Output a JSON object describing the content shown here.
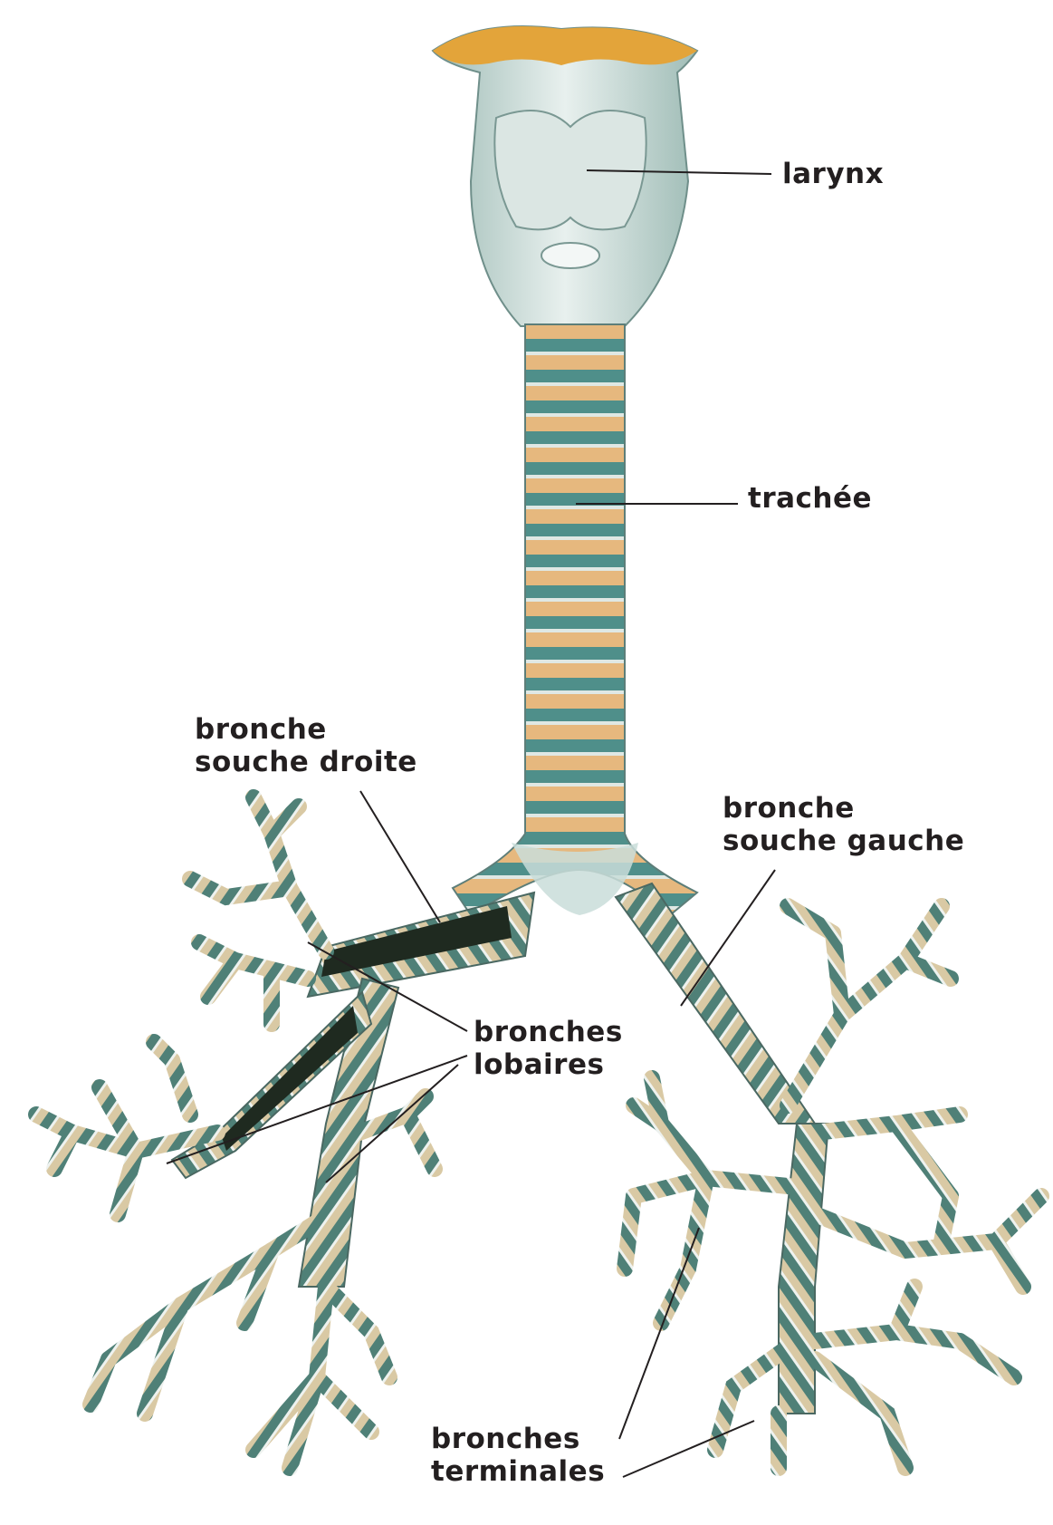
{
  "labels": {
    "larynx": "larynx",
    "trachee": "trachée",
    "bronche_souche_droite": [
      "bronche",
      "souche droite"
    ],
    "bronche_souche_gauche": [
      "bronche",
      "souche gauche"
    ],
    "bronches_lobaires": [
      "bronches",
      "lobaires"
    ],
    "bronches_terminales": [
      "bronches",
      "terminales"
    ]
  },
  "colors": {
    "cartilage": "#4f8f8a",
    "tissue": "#e6b87e",
    "larynx": "#c9ddd9",
    "epiglottis_top": "#e3a43a",
    "lumen": "#1f2a20",
    "leader_line": "#231f20"
  }
}
